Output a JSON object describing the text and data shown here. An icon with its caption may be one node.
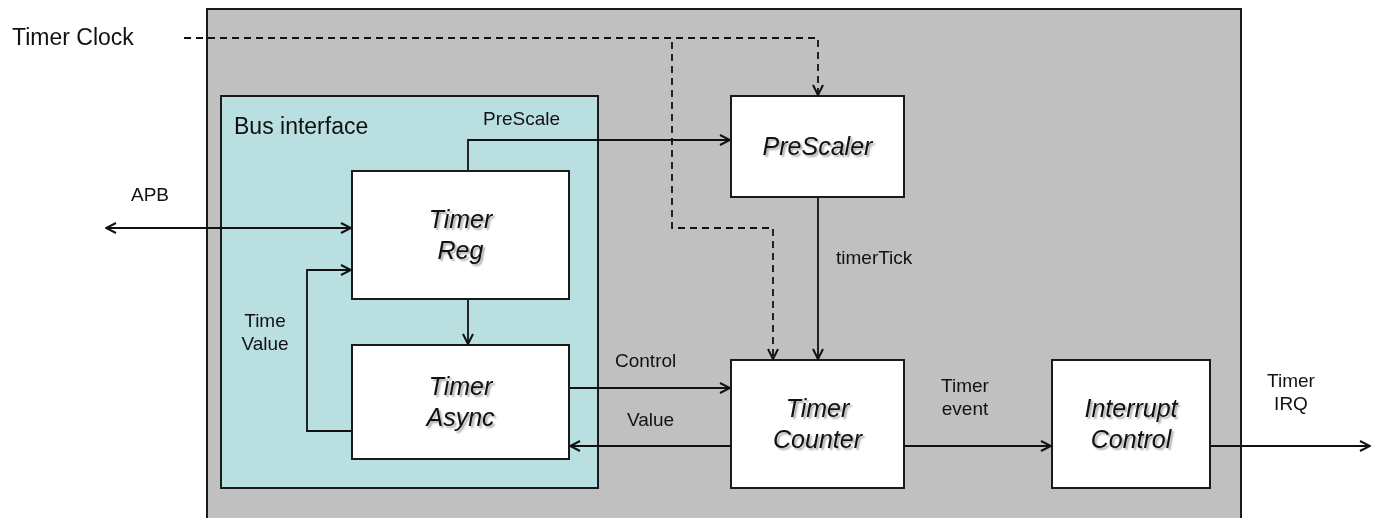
{
  "diagram": {
    "nodes": [
      {
        "text": [],
        "shape": "box"
      },
      {
        "text": [
          "Timer Clock"
        ]
      },
      {
        "text": [
          "Bus interface"
        ],
        "in": 0
      },
      {
        "text": [
          "Timer Reg"
        ],
        "in": 2
      },
      {
        "text": [
          "Timer Async"
        ],
        "in": 2
      },
      {
        "text": [
          "PreScaler"
        ],
        "in": 0
      },
      {
        "text": [
          "Timer Counter"
        ],
        "in": 0
      },
      {
        "text": [
          "Interrupt Control"
        ],
        "in": 0
      }
    ],
    "edges": [
      {
        "from": 1,
        "to": 5,
        "arrow": "to",
        "style": "dashed"
      },
      {
        "from": 1,
        "to": 6,
        "arrow": "to",
        "style": "dashed"
      },
      {
        "from": 3,
        "to": 5,
        "arrow": "to",
        "label": "PreScale"
      },
      {
        "from": null,
        "to": 3,
        "arrow": "both",
        "label": "APB"
      },
      {
        "from": 3,
        "to": 4,
        "arrow": "to"
      },
      {
        "from": 4,
        "to": 3,
        "arrow": "to",
        "label": "Time Value"
      },
      {
        "from": 5,
        "to": 6,
        "arrow": "to",
        "label": "timerTick"
      },
      {
        "from": 4,
        "to": 6,
        "arrow": "to",
        "label": "Control"
      },
      {
        "from": 6,
        "to": 4,
        "arrow": "to",
        "label": "Value"
      },
      {
        "from": 6,
        "to": 7,
        "arrow": "to",
        "label": "Timer event"
      },
      {
        "from": 7,
        "to": null,
        "arrow": "to",
        "label": "Timer IRQ"
      }
    ]
  }
}
